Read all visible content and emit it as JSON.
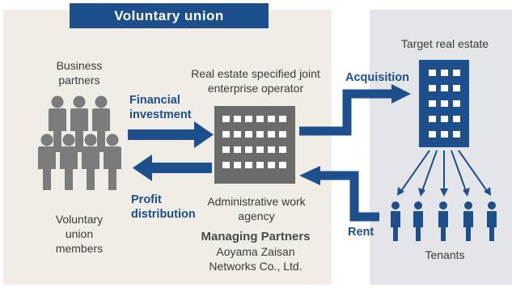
{
  "union": {
    "title": "Voluntary union"
  },
  "partners": {
    "line1": "Business",
    "line2": "partners"
  },
  "members": {
    "line1": "Voluntary",
    "line2": "union",
    "line3": "members"
  },
  "operator": {
    "line1": "Real estate specified joint",
    "line2": "enterprise operator"
  },
  "agency": {
    "line1": "Administrative work",
    "line2": "agency"
  },
  "managing": {
    "title": "Managing Partners",
    "line1": "Aoyama Zaisan",
    "line2": "Networks Co., Ltd."
  },
  "flows": {
    "financial_1": "Financial",
    "financial_2": "investment",
    "profit_1": "Profit",
    "profit_2": "distribution",
    "acquisition": "Acquisition",
    "rent": "Rent"
  },
  "estate": {
    "target": "Target real estate",
    "tenants": "Tenants"
  },
  "colors": {
    "brand": "#1d4f8d",
    "person": "#7b7b7b",
    "building_gray": "#6b6b6b"
  }
}
